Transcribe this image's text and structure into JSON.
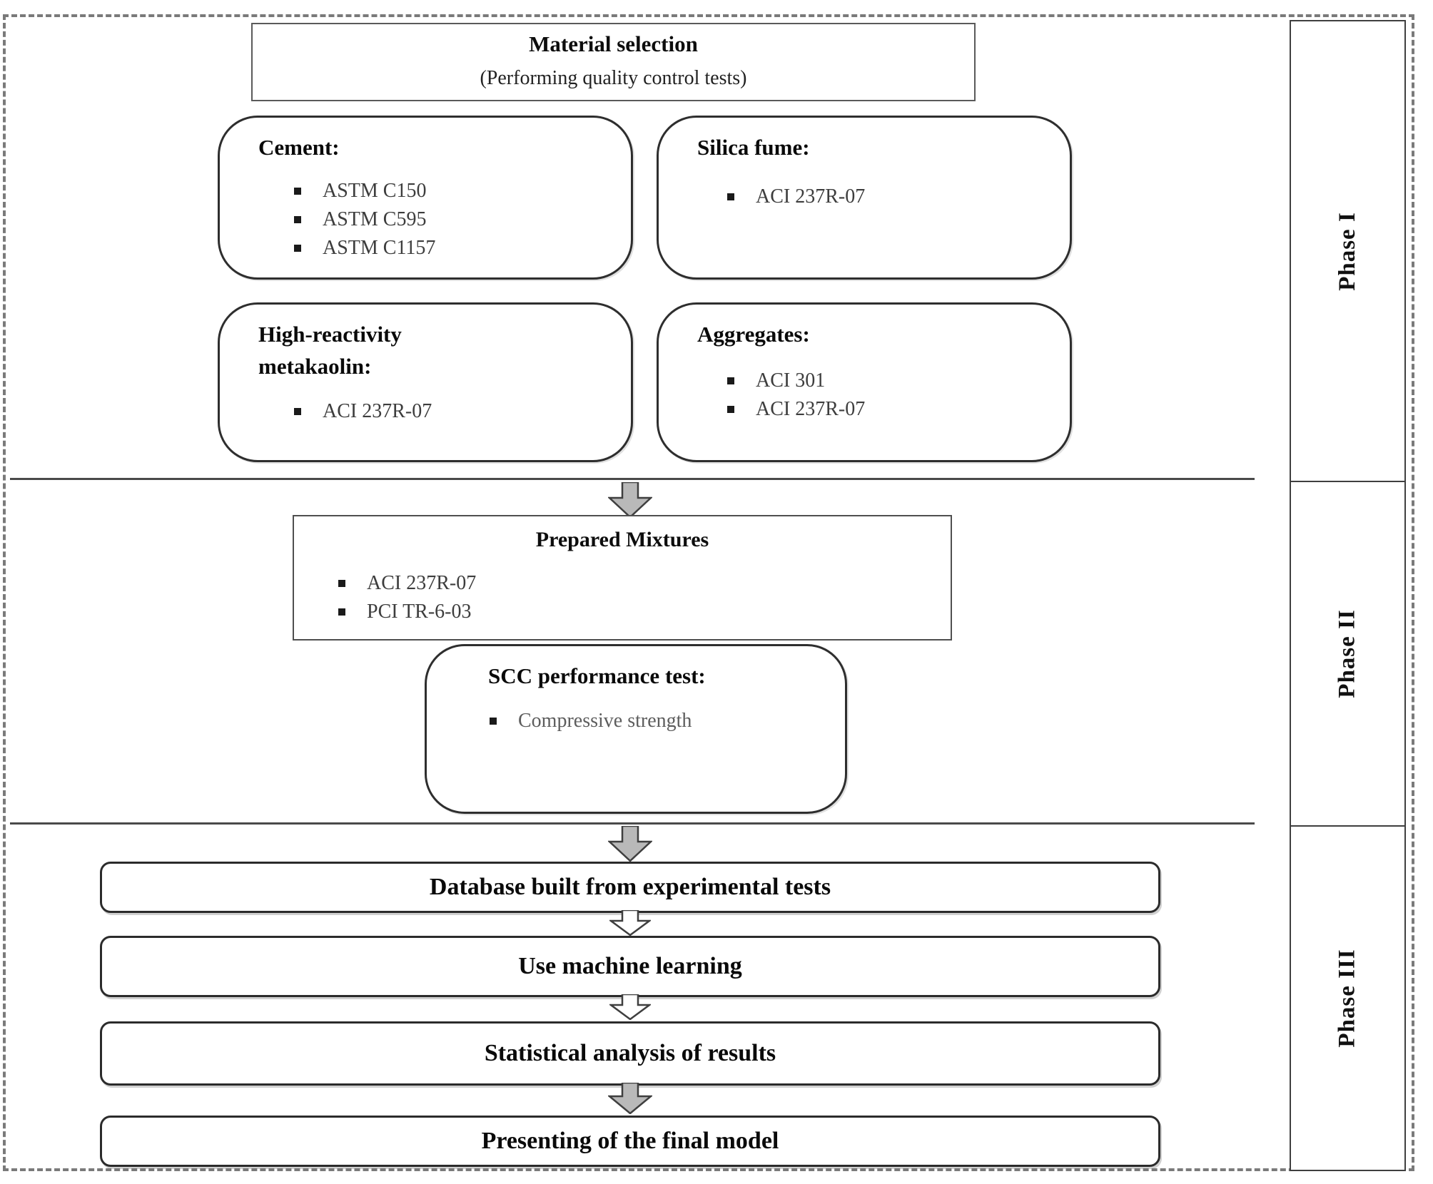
{
  "figure": {
    "top_box": {
      "title": "Material selection",
      "subtitle": "(Performing quality control tests)"
    },
    "material_boxes": [
      {
        "id": "cement",
        "title": "Cement:",
        "items": [
          "ASTM C150",
          "ASTM C595",
          "ASTM C1157"
        ]
      },
      {
        "id": "silica-fume",
        "title": "Silica fume:",
        "items": [
          "ACI 237R-07"
        ]
      },
      {
        "id": "metakaolin",
        "title": "High-reactivity metakaolin:",
        "items": [
          "ACI 237R-07"
        ]
      },
      {
        "id": "aggregates",
        "title": "Aggregates:",
        "items": [
          "ACI 301",
          "ACI 237R-07"
        ]
      }
    ],
    "prepared_mixtures": {
      "title": "Prepared Mixtures",
      "items": [
        "ACI 237R-07",
        "PCI TR-6-03"
      ]
    },
    "scc_test": {
      "title": "SCC performance test:",
      "items": [
        "Compressive strength"
      ]
    },
    "pipeline_steps": [
      "Database built from experimental tests",
      "Use machine learning",
      "Statistical analysis of results",
      "Presenting of the final model"
    ],
    "phase_labels": [
      "Phase I",
      "Phase II",
      "Phase III"
    ],
    "colors": {
      "arrow_fill_gray": "#b9b9b9",
      "arrow_fill_white": "#ffffff",
      "arrow_stroke": "#3f3f3f",
      "box_border": "#2e2e2e",
      "light_border": "#5a5a5a",
      "dashed_border": "#7a7a7a",
      "item_text": "#3d3d3d",
      "muted_item_text": "#5d5d5d"
    }
  }
}
